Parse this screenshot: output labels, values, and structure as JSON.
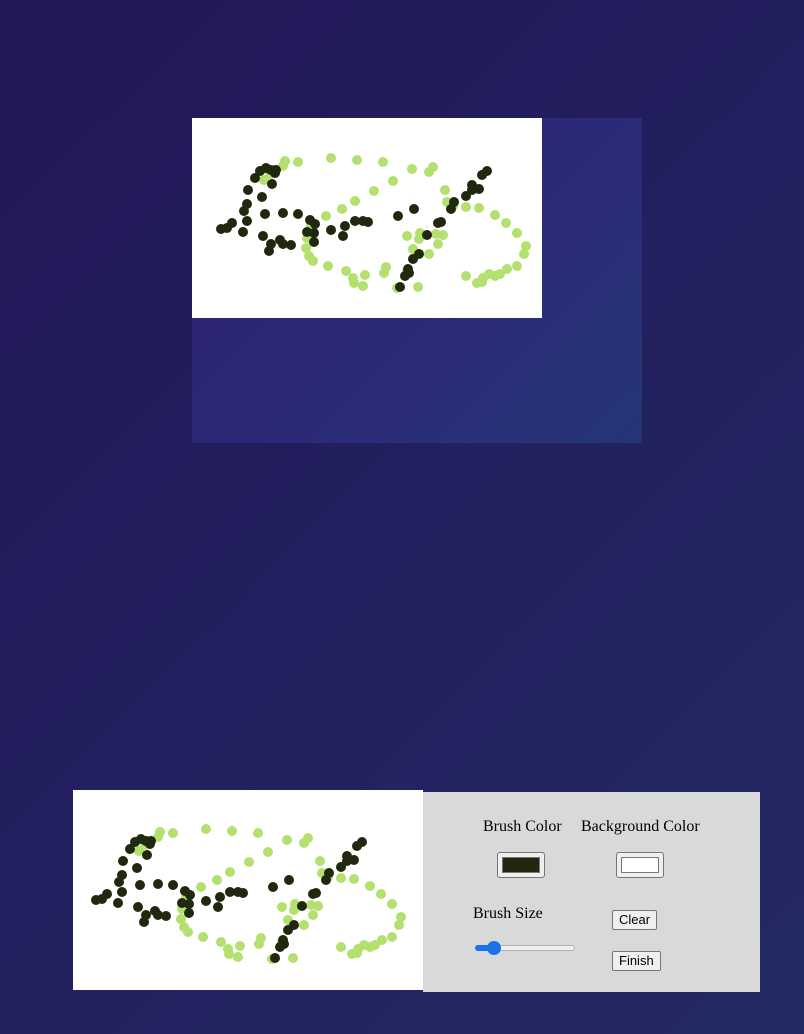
{
  "colors": {
    "background": "#221757",
    "stroke_light": "#b3e06e",
    "stroke_dark": "#20290f",
    "canvas": "#ffffff",
    "panel": "#d9d9d9",
    "accent": "#1a73e8"
  },
  "controls": {
    "brush_color_label": "Brush Color",
    "brush_color_value": "#20290f",
    "background_color_label": "Background Color",
    "background_color_value": "#ffffff",
    "brush_size_label": "Brush Size",
    "brush_size_value": 15,
    "clear_label": "Clear",
    "finish_label": "Finish"
  }
}
